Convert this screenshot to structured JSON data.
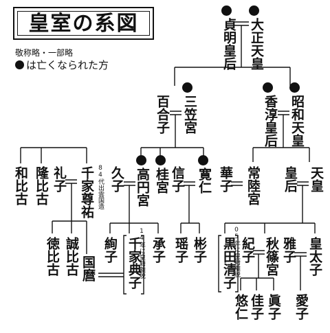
{
  "title": "皇室の系図",
  "note": "敬称略・一部略",
  "legend": "は亡くなられた方",
  "people": {
    "sadako": "貞明皇后",
    "taisho": "大正天皇",
    "mikasa": "三笠宮",
    "yuriko": "百合子",
    "showa": "昭和天皇",
    "kojun": "香淳皇后",
    "kazuko": "和比古",
    "takahiko": "隆比古",
    "reiko": "礼子",
    "sen": "千家尊祐",
    "hisako": "久子",
    "takamado": "高円宮",
    "katsura": "桂宮",
    "nobuko": "信子",
    "tomohito": "寛仁",
    "hanako": "華子",
    "hitachi": "常陸宮",
    "kogo": "皇后",
    "tenno": "天皇",
    "tsuguko": "絢子",
    "noriko": "千家典子",
    "tsuguko2": "承子",
    "yoko": "瑶子",
    "akiko": "彬子",
    "kiko": "紀子",
    "akishino": "秋篠宮",
    "kuroda": "黒田清子",
    "masako": "雅子",
    "kotaishi": "皇太子",
    "norihiko": "徳比古",
    "masahiko": "誠比古",
    "kunimaro": "国麿",
    "hisahito": "悠仁",
    "kako": "佳子",
    "mako": "眞子",
    "aiko": "愛子"
  },
  "notes": {
    "sen": "84代出雲国造",
    "noriko": "14年に皇籍離脱",
    "kuroda": "05年に皇籍離脱"
  }
}
